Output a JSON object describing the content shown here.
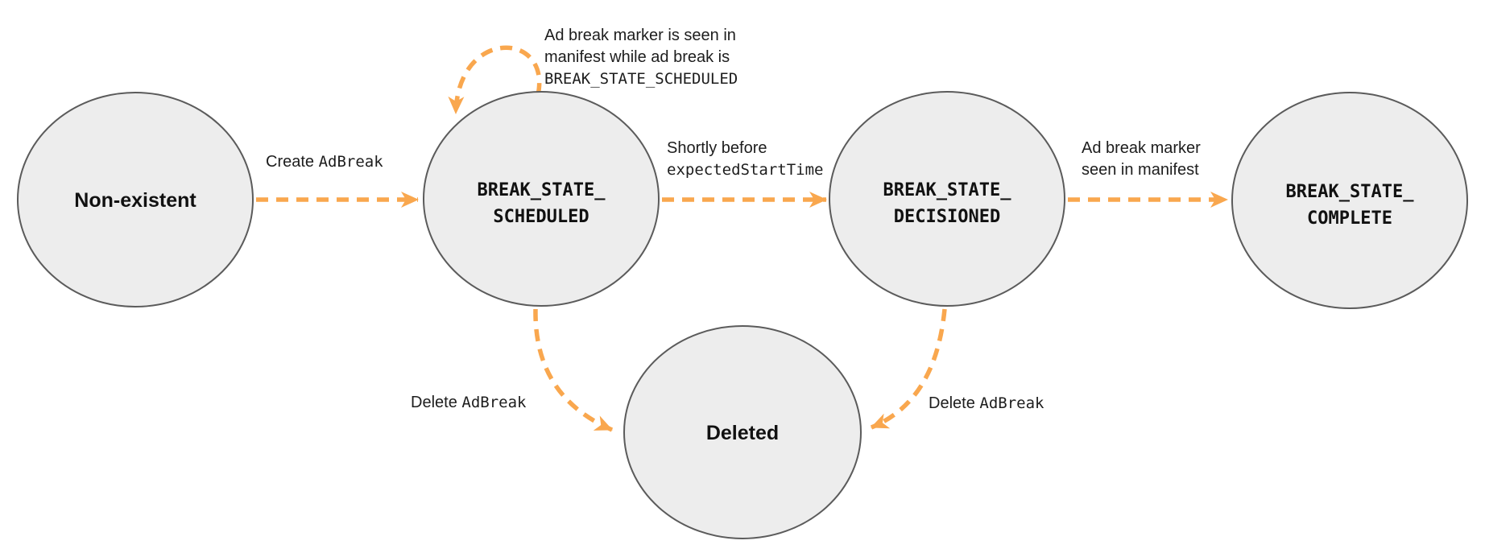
{
  "nodes": {
    "non_existent": {
      "label": "Non-existent"
    },
    "scheduled": {
      "line1": "BREAK_STATE_",
      "line2": "SCHEDULED"
    },
    "decisioned": {
      "line1": "BREAK_STATE_",
      "line2": "DECISIONED"
    },
    "complete": {
      "line1": "BREAK_STATE_",
      "line2": "COMPLETE"
    },
    "deleted": {
      "label": "Deleted"
    }
  },
  "edges": {
    "create": {
      "text": "Create ",
      "code": "AdBreak"
    },
    "marker_seen_loop": {
      "line1": "Ad break marker is seen in",
      "line2": "manifest while ad break is",
      "code": "BREAK_STATE_SCHEDULED"
    },
    "shortly_before": {
      "text": "Shortly before",
      "code": "expectedStartTime"
    },
    "marker_seen": {
      "line1": "Ad break marker",
      "line2": "seen in manifest"
    },
    "delete_from_scheduled": {
      "text": "Delete ",
      "code": "AdBreak"
    },
    "delete_from_decisioned": {
      "text": "Delete ",
      "code": "AdBreak"
    }
  },
  "colors": {
    "arrow": "#F9A74E",
    "node_fill": "#EDEDED",
    "node_border": "#5B5B5B",
    "text": "#1D1D1D"
  }
}
